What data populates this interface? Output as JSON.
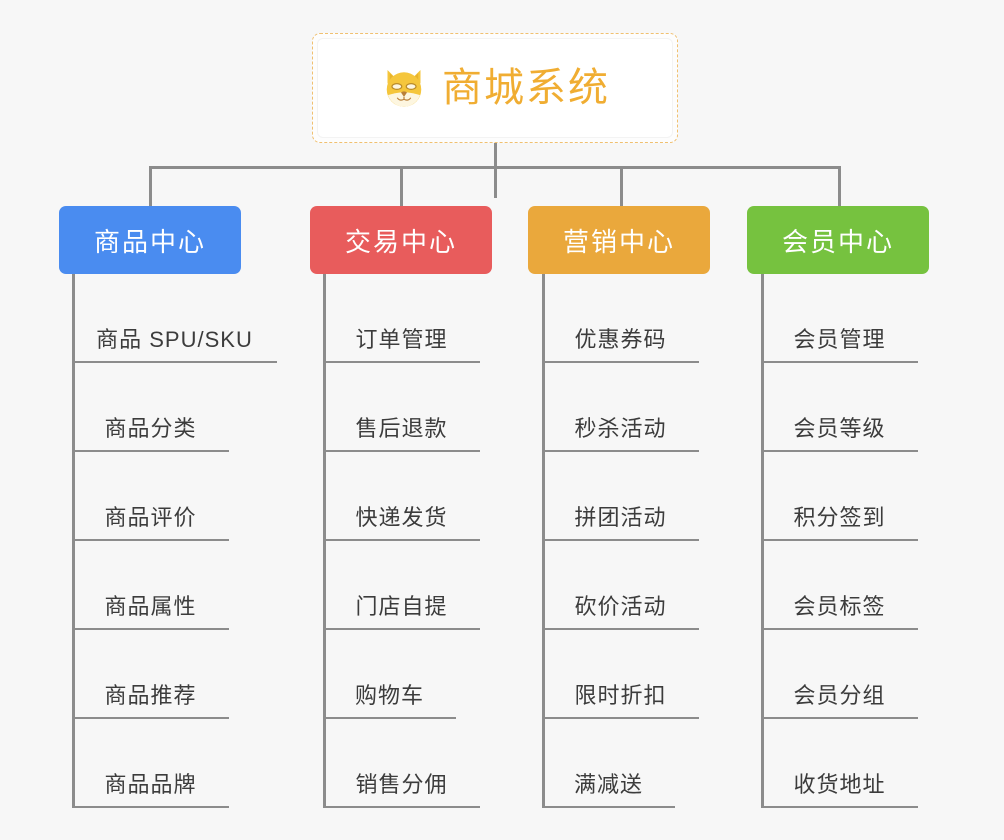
{
  "diagram": {
    "type": "org-chart",
    "background_color": "#f7f7f7",
    "root": {
      "title": "商城系统",
      "icon": "shiba-dog-icon",
      "text_color": "#f0ad32",
      "border_color": "#f0c070",
      "border_style": "dashed"
    },
    "columns": [
      {
        "header": "商品中心",
        "color": "#4a8cf0",
        "items": [
          "商品 SPU/SKU",
          "商品分类",
          "商品评价",
          "商品属性",
          "商品推荐",
          "商品品牌"
        ]
      },
      {
        "header": "交易中心",
        "color": "#e85c5c",
        "items": [
          "订单管理",
          "售后退款",
          "快递发货",
          "门店自提",
          "购物车",
          "销售分佣"
        ]
      },
      {
        "header": "营销中心",
        "color": "#eaa83c",
        "items": [
          "优惠券码",
          "秒杀活动",
          "拼团活动",
          "砍价活动",
          "限时折扣",
          "满减送"
        ]
      },
      {
        "header": "会员中心",
        "color": "#76c23f",
        "items": [
          "会员管理",
          "会员等级",
          "积分签到",
          "会员标签",
          "会员分组",
          "收货地址"
        ]
      }
    ]
  }
}
